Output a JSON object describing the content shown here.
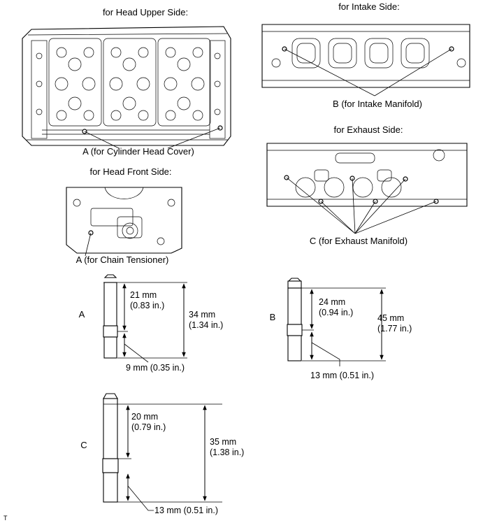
{
  "views": {
    "upper": {
      "title": "for Head Upper Side:",
      "callout": "A (for Cylinder Head Cover)"
    },
    "intake": {
      "title": "for Intake Side:",
      "callout": "B (for Intake Manifold)"
    },
    "exhaust": {
      "title": "for Exhaust Side:",
      "callout": "C (for Exhaust Manifold)"
    },
    "front": {
      "title": "for Head Front Side:",
      "callout": "A (for Chain Tensioner)"
    }
  },
  "studs": {
    "A": {
      "letter": "A",
      "upper_mm": "21 mm",
      "upper_in": "(0.83 in.)",
      "total_mm": "34 mm",
      "total_in": "(1.34 in.)",
      "lower": "9 mm (0.35 in.)"
    },
    "B": {
      "letter": "B",
      "upper_mm": "24 mm",
      "upper_in": "(0.94 in.)",
      "total_mm": "45 mm",
      "total_in": "(1.77 in.)",
      "lower": "13 mm (0.51 in.)"
    },
    "C": {
      "letter": "C",
      "upper_mm": "20 mm",
      "upper_in": "(0.79 in.)",
      "total_mm": "35 mm",
      "total_in": "(1.38 in.)",
      "lower": "13 mm (0.51 in.)"
    }
  },
  "footer": {
    "mark": "T"
  }
}
